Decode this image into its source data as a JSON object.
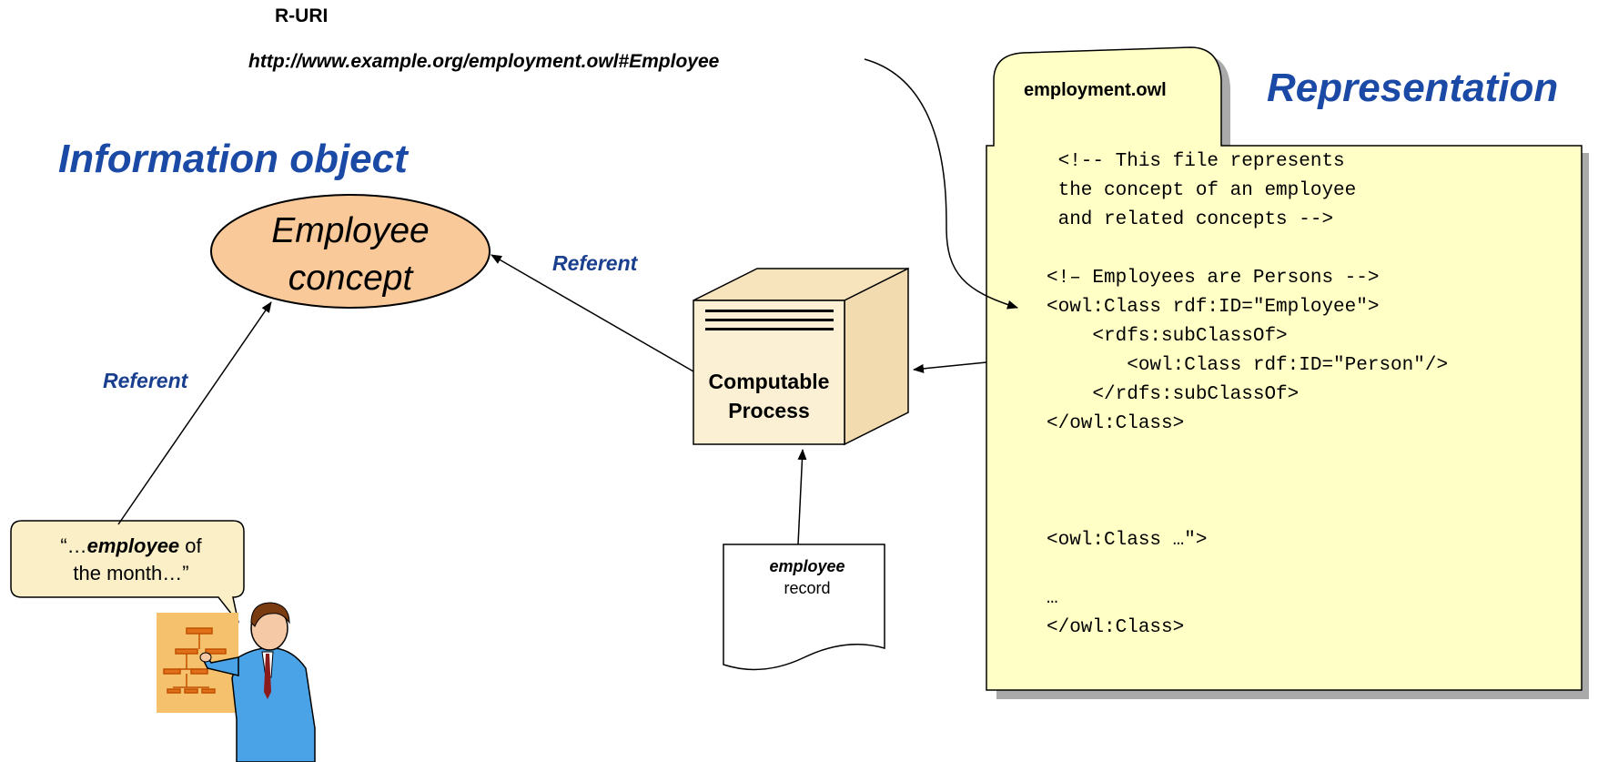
{
  "ruri": {
    "title": "R-URI",
    "url": "http://www.example.org/employment.owl#Employee"
  },
  "information_object": {
    "heading": "Information object",
    "concept_line1": "Employee",
    "concept_line2": "concept"
  },
  "representation": {
    "heading": "Representation",
    "file_tab": "employment.owl",
    "code_lines": [
      " <!-- This file represents",
      " the concept of an employee",
      " and related concepts -->",
      "",
      "<!– Employees are Persons -->",
      "<owl:Class rdf:ID=\"Employee\">",
      "    <rdfs:subClassOf>",
      "       <owl:Class rdf:ID=\"Person\"/>",
      "    </rdfs:subClassOf>",
      "</owl:Class>",
      "",
      "",
      "",
      "<owl:Class …\">",
      "",
      "…",
      "</owl:Class>"
    ]
  },
  "labels": {
    "referent_top": "Referent",
    "referent_left": "Referent"
  },
  "process": {
    "line1": "Computable",
    "line2": "Process"
  },
  "speech_bubble": {
    "prefix": "“…",
    "emphasis": "employee",
    "suffix": " of",
    "line2": "the month…”"
  },
  "record": {
    "emphasis": "employee",
    "line2": "record"
  },
  "colors": {
    "heading_blue": "#1a49a6",
    "ellipse_fill": "#f9c99a",
    "file_fill": "#ffffc6",
    "bubble_fill": "#fbefc8",
    "box_fill": "#fbf0d4"
  }
}
